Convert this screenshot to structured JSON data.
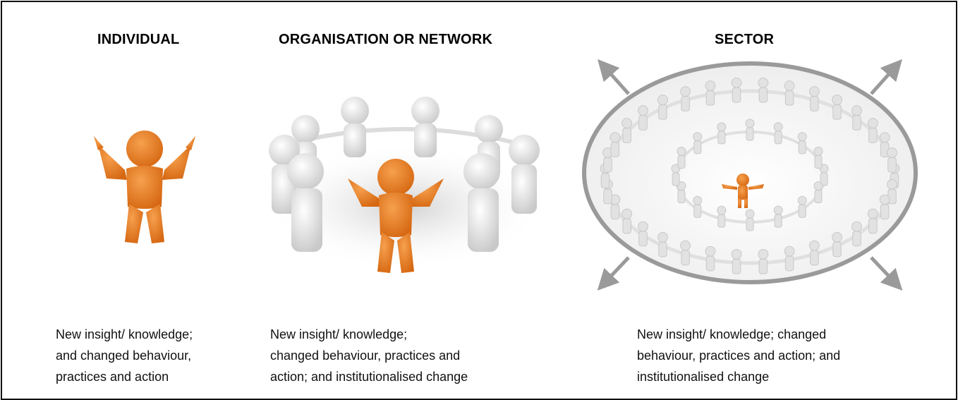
{
  "panels": [
    {
      "heading": "INDIVIDUAL",
      "description": [
        "New insight/ knowledge;",
        "and changed behaviour,",
        "practices and action"
      ]
    },
    {
      "heading": "ORGANISATION OR NETWORK",
      "description": [
        "New insight/ knowledge;",
        "changed behaviour, practices and",
        "action; and institutionalised change"
      ]
    },
    {
      "heading": "SECTOR",
      "description": [
        "New insight/ knowledge; changed",
        "behaviour, practices and action; and",
        "institutionalised change"
      ]
    }
  ],
  "colors": {
    "figure_highlight": "#e8781c",
    "figure_neutral": "#e4e4e4",
    "ring_and_arrows": "#9a9a9a",
    "frame_border": "#111111"
  },
  "icons": {
    "individual": "orange-person-icon",
    "organisation": "people-circle-icon",
    "sector": "concentric-people-rings-icon",
    "expansion": "diagonal-arrow-icon"
  }
}
